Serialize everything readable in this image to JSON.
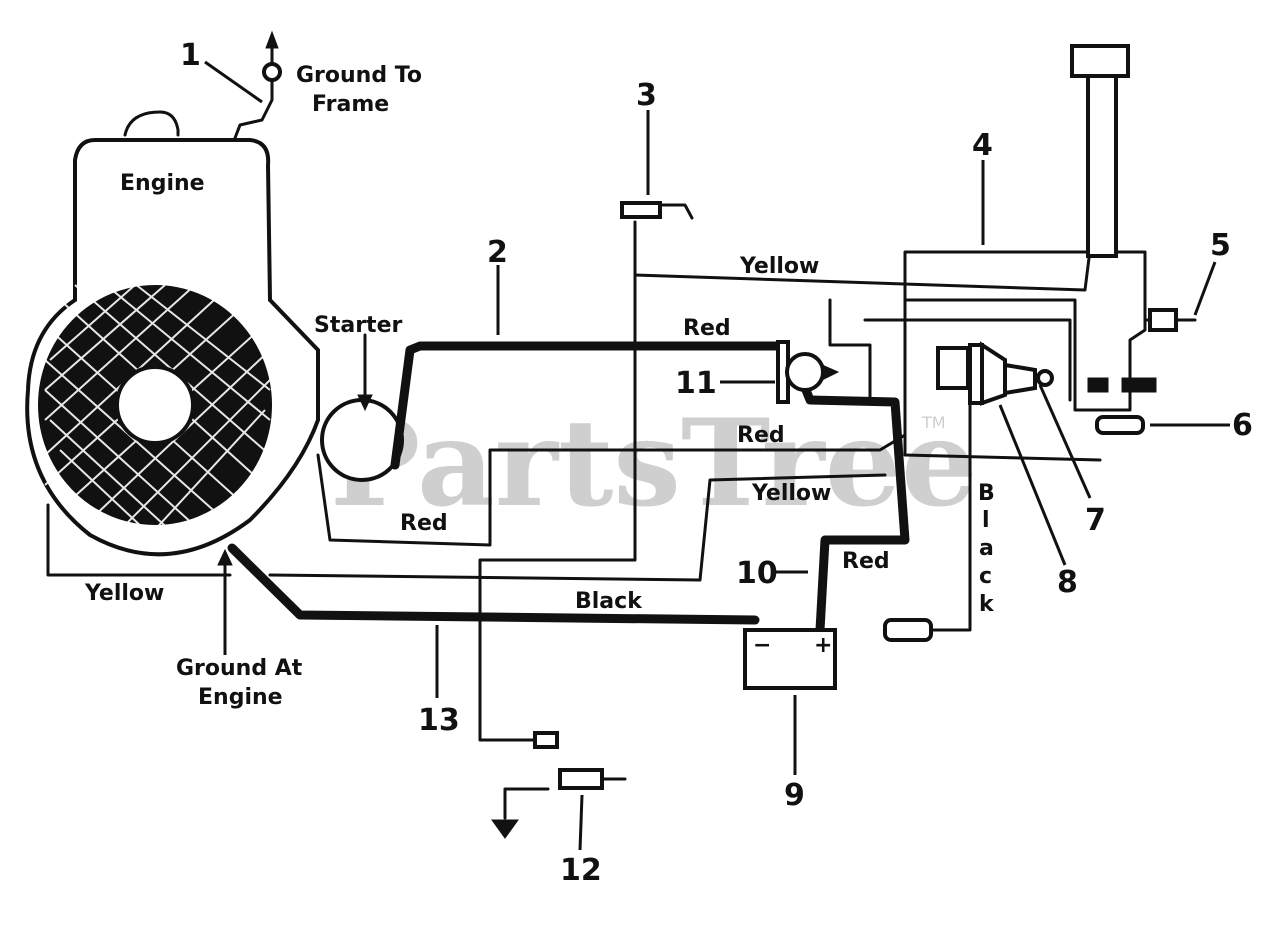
{
  "watermark": "PartsTree",
  "trademark": "TM",
  "labels": {
    "ground_to_frame_1": "Ground To",
    "ground_to_frame_2": "Frame",
    "engine": "Engine",
    "starter": "Starter",
    "ground_at_engine_1": "Ground At",
    "ground_at_engine_2": "Engine",
    "black_vertical": [
      "B",
      "l",
      "a",
      "c",
      "k"
    ]
  },
  "wire_labels": {
    "yellow_top": "Yellow",
    "red_top": "Red",
    "red_mid": "Red",
    "yellow_mid": "Yellow",
    "red_low": "Red",
    "red_right": "Red",
    "black_bottom": "Black",
    "yellow_left": "Yellow"
  },
  "callouts": {
    "c1": "1",
    "c2": "2",
    "c3": "3",
    "c4": "4",
    "c5": "5",
    "c6": "6",
    "c7": "7",
    "c8": "8",
    "c9": "9",
    "c10": "10",
    "c11": "11",
    "c12": "12",
    "c13": "13"
  },
  "battery": {
    "negative": "−",
    "positive": "+"
  }
}
